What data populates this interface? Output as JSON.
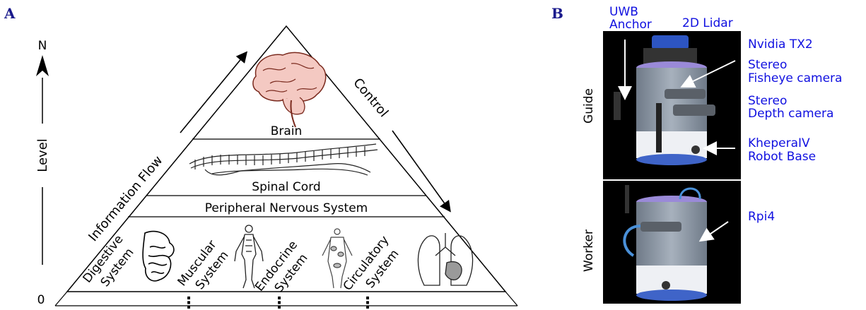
{
  "panels": {
    "a": "A",
    "b": "B"
  },
  "level_axis": {
    "title": "Level",
    "top": "N",
    "bottom": "0"
  },
  "pyramid": {
    "left_arrow": "Information Flow",
    "right_arrow": "Control",
    "tiers": {
      "brain": "Brain",
      "spinal": "Spinal Cord",
      "pns": "Peripheral Nervous System"
    },
    "systems": [
      {
        "line1": "Digestive",
        "line2": "System"
      },
      {
        "line1": "Muscular",
        "line2": "System"
      },
      {
        "line1": "Endocrine",
        "line2": "System"
      },
      {
        "line1": "Circulatory",
        "line2": "System"
      }
    ],
    "ellipsis": "⋮"
  },
  "robots": {
    "guide_label": "Guide",
    "worker_label": "Worker",
    "annotations": {
      "uwb1": "UWB",
      "uwb2": "Anchor",
      "lidar": "2D Lidar",
      "tx2": "Nvidia TX2",
      "fisheye1": "Stereo",
      "fisheye2": "Fisheye camera",
      "depth1": "Stereo",
      "depth2": "Depth camera",
      "base1": "KheperaIV",
      "base2": "Robot Base",
      "rpi": "Rpi4"
    }
  },
  "colors": {
    "annotation": "#1010e0",
    "panel_letter": "#1a1a8c",
    "robot_body": "#8a95a3",
    "robot_base": "#eef0f4",
    "robot_ring": "#3f64c8",
    "photo_bg": "#000000"
  }
}
